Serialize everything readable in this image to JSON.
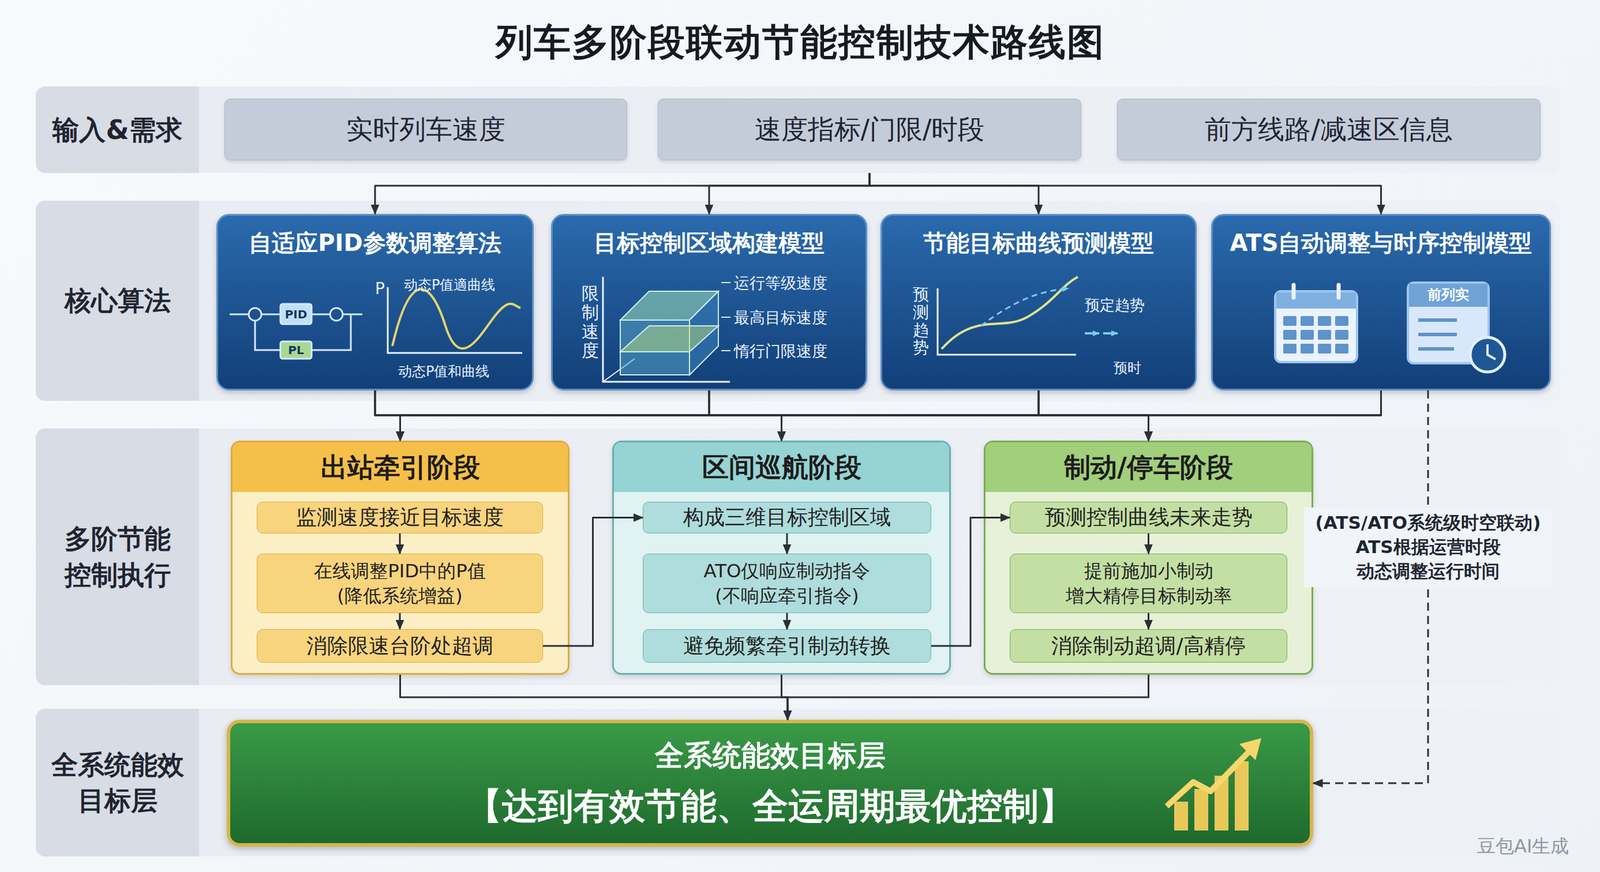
{
  "diagram": {
    "title": "列车多阶段联动节能控制技术路线图",
    "nodes": [
      {
        "text": [
          "输入&需求"
        ]
      },
      {
        "text": [
          "实时列车速度"
        ],
        "in": 0
      },
      {
        "text": [
          "速度指标/门限/时段"
        ],
        "in": 0
      },
      {
        "text": [
          "前方线路/减速区信息"
        ],
        "in": 0
      },
      {
        "text": [
          "核心算法"
        ]
      },
      {
        "text": [
          "自适应PID参数调整算法"
        ],
        "in": 4
      },
      {
        "text": [
          "目标控制区域构建模型"
        ],
        "in": 4
      },
      {
        "text": [
          "节能目标曲线预测模型"
        ],
        "in": 4
      },
      {
        "text": [
          "ATS自动调整与时序控制模型"
        ],
        "in": 4
      },
      {
        "text": [
          "多阶节能 控制执行"
        ]
      },
      {
        "text": [
          "出站牵引阶段"
        ],
        "in": 9
      },
      {
        "text": [
          "监测速度接近目标速度"
        ],
        "in": 10
      },
      {
        "text": [
          "在线调整PID中的P值 (降低系统增益)"
        ],
        "in": 10
      },
      {
        "text": [
          "消除限速台阶处超调"
        ],
        "in": 10
      },
      {
        "text": [
          "区间巡航阶段"
        ],
        "in": 9
      },
      {
        "text": [
          "构成三维目标控制区域"
        ],
        "in": 14
      },
      {
        "text": [
          "ATO仅响应制动指令 (不响应牵引指令)"
        ],
        "in": 14
      },
      {
        "text": [
          "避免频繁牵引制动转换"
        ],
        "in": 14
      },
      {
        "text": [
          "制动/停车阶段"
        ],
        "in": 9
      },
      {
        "text": [
          "预测控制曲线未来走势"
        ],
        "in": 18
      },
      {
        "text": [
          "提前施加小制动 增大精停目标制动率"
        ],
        "in": 18
      },
      {
        "text": [
          "消除制动超调/高精停"
        ],
        "in": 18
      },
      {
        "text": [
          "全系统能效 目标层"
        ]
      },
      {
        "text": [
          "全系统能效目标层",
          "【达到有效节能、全运周期最优控制】"
        ],
        "in": 22
      }
    ],
    "edges": [
      {
        "from": 0,
        "to": 5,
        "arrow": "to"
      },
      {
        "from": 0,
        "to": 6,
        "arrow": "to"
      },
      {
        "from": 0,
        "to": 7,
        "arrow": "to"
      },
      {
        "from": 0,
        "to": 8,
        "arrow": "to"
      },
      {
        "from": 5,
        "to": 10,
        "arrow": "to"
      },
      {
        "from": 5,
        "to": 14,
        "arrow": "to"
      },
      {
        "from": 5,
        "to": 18,
        "arrow": "to"
      },
      {
        "from": 6,
        "to": 10,
        "arrow": "to"
      },
      {
        "from": 6,
        "to": 14,
        "arrow": "to"
      },
      {
        "from": 6,
        "to": 18,
        "arrow": "to"
      },
      {
        "from": 7,
        "to": 10,
        "arrow": "to"
      },
      {
        "from": 7,
        "to": 14,
        "arrow": "to"
      },
      {
        "from": 7,
        "to": 18,
        "arrow": "to"
      },
      {
        "from": 8,
        "to": 10,
        "arrow": "to"
      },
      {
        "from": 8,
        "to": 14,
        "arrow": "to"
      },
      {
        "from": 8,
        "to": 18,
        "arrow": "to"
      },
      {
        "from": 13,
        "to": 15,
        "arrow": "to"
      },
      {
        "from": 17,
        "to": 19,
        "arrow": "to"
      },
      {
        "from": 11,
        "to": 12,
        "arrow": "to"
      },
      {
        "from": 12,
        "to": 13,
        "arrow": "to"
      },
      {
        "from": 15,
        "to": 16,
        "arrow": "to"
      },
      {
        "from": 16,
        "to": 17,
        "arrow": "to"
      },
      {
        "from": 19,
        "to": 20,
        "arrow": "to"
      },
      {
        "from": 20,
        "to": 21,
        "arrow": "to"
      },
      {
        "from": 10,
        "to": 23,
        "arrow": "to"
      },
      {
        "from": 14,
        "to": 23,
        "arrow": "to"
      },
      {
        "from": 18,
        "to": 23,
        "arrow": "to"
      },
      {
        "from": 8,
        "to": 23,
        "arrow": "to",
        "label": "(ATS/ATO系统级时空联动) ATS根据运营时段 动态调整运行时间"
      }
    ],
    "labels": [
      "P",
      "动态P值適曲线",
      "PID",
      "PL",
      "动态P值和曲线",
      "限制速度",
      "运行等级速度",
      "最高目标速度",
      "惰行门限速度",
      "预测趋势",
      "预定趋势",
      "预时",
      "前列实",
      "豆包AI生成"
    ]
  }
}
